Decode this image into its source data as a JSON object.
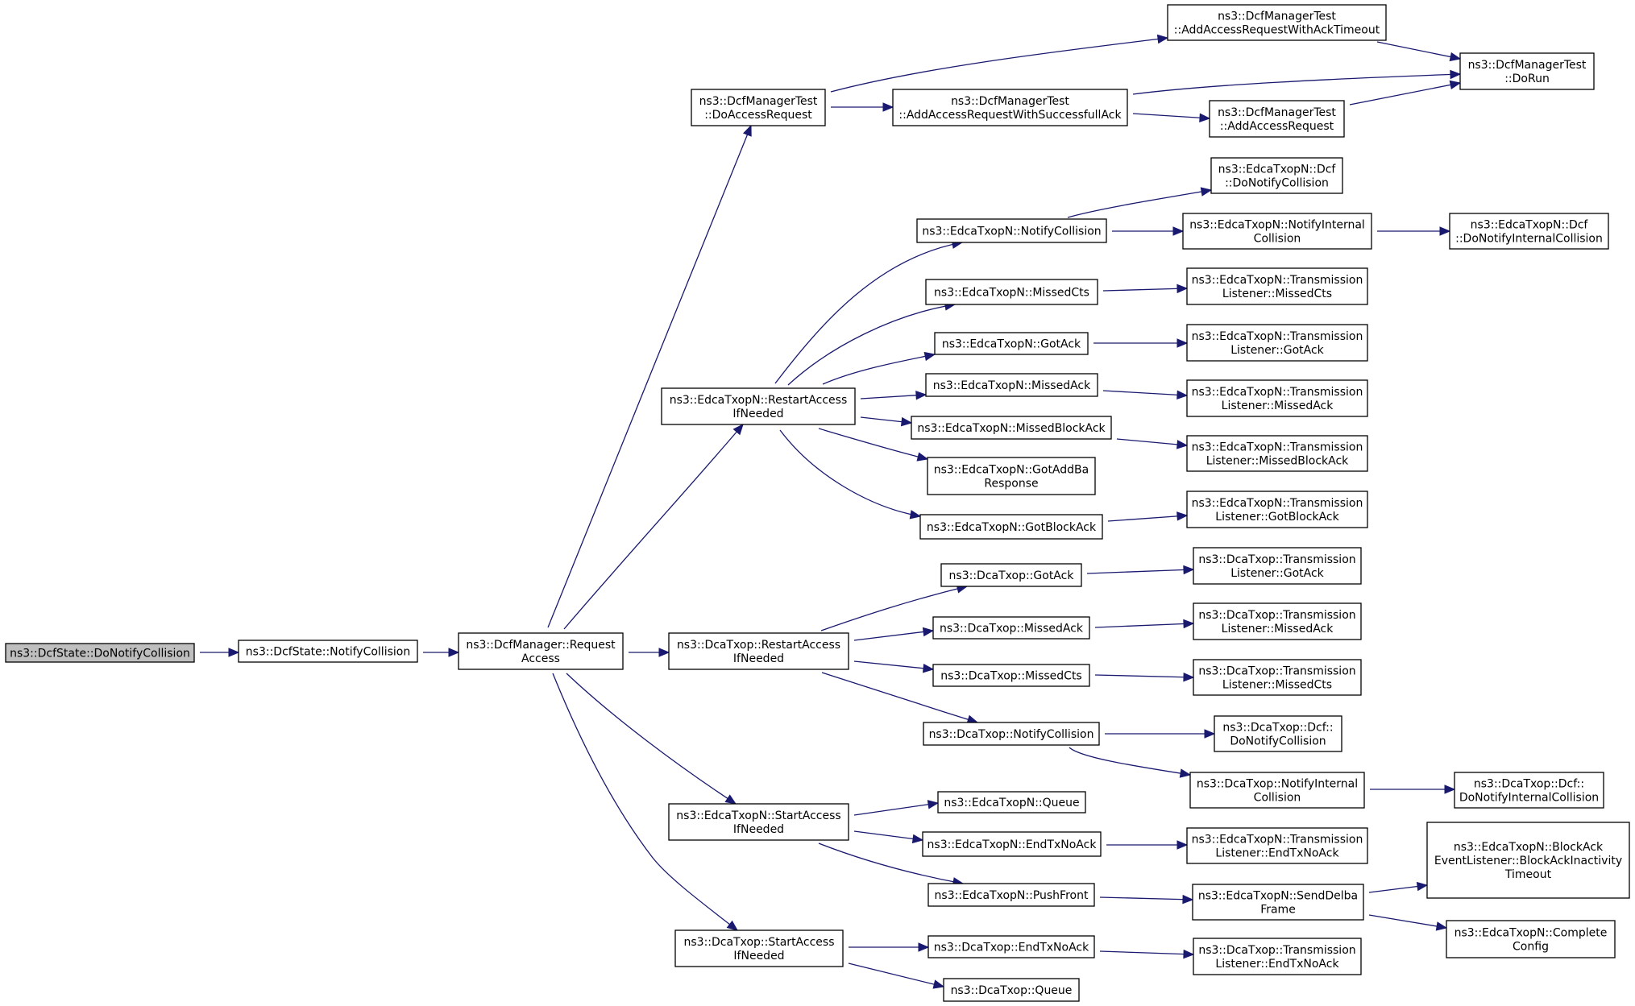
{
  "colors": {
    "edge": "#191970",
    "root_fill": "#bfbfbf",
    "node_fill": "#ffffff",
    "border": "#000000"
  },
  "nodes": [
    {
      "id": "n0",
      "lines": [
        "ns3::DcfState::DoNotifyCollision"
      ]
    },
    {
      "id": "n1",
      "lines": [
        "ns3::DcfState::NotifyCollision"
      ]
    },
    {
      "id": "n2",
      "lines": [
        "ns3::DcfManager::Request",
        "Access"
      ]
    },
    {
      "id": "n3",
      "lines": [
        "ns3::DcfManagerTest",
        "::DoAccessRequest"
      ]
    },
    {
      "id": "n4",
      "lines": [
        "ns3::DcfManagerTest",
        "::AddAccessRequestWithAckTimeout"
      ]
    },
    {
      "id": "n5",
      "lines": [
        "ns3::DcfManagerTest",
        "::AddAccessRequestWithSuccessfullAck"
      ]
    },
    {
      "id": "n6",
      "lines": [
        "ns3::DcfManagerTest",
        "::DoRun"
      ]
    },
    {
      "id": "n7",
      "lines": [
        "ns3::DcfManagerTest",
        "::AddAccessRequest"
      ]
    },
    {
      "id": "n8",
      "lines": [
        "ns3::EdcaTxopN::RestartAccess",
        "IfNeeded"
      ]
    },
    {
      "id": "n9",
      "lines": [
        "ns3::EdcaTxopN::NotifyCollision"
      ]
    },
    {
      "id": "n10",
      "lines": [
        "ns3::EdcaTxopN::Dcf",
        "::DoNotifyCollision"
      ]
    },
    {
      "id": "n11",
      "lines": [
        "ns3::EdcaTxopN::NotifyInternal",
        "Collision"
      ]
    },
    {
      "id": "n12",
      "lines": [
        "ns3::EdcaTxopN::Dcf",
        "::DoNotifyInternalCollision"
      ]
    },
    {
      "id": "n13",
      "lines": [
        "ns3::EdcaTxopN::MissedCts"
      ]
    },
    {
      "id": "n14",
      "lines": [
        "ns3::EdcaTxopN::Transmission",
        "Listener::MissedCts"
      ]
    },
    {
      "id": "n15",
      "lines": [
        "ns3::EdcaTxopN::GotAck"
      ]
    },
    {
      "id": "n16",
      "lines": [
        "ns3::EdcaTxopN::Transmission",
        "Listener::GotAck"
      ]
    },
    {
      "id": "n17",
      "lines": [
        "ns3::EdcaTxopN::MissedAck"
      ]
    },
    {
      "id": "n18",
      "lines": [
        "ns3::EdcaTxopN::Transmission",
        "Listener::MissedAck"
      ]
    },
    {
      "id": "n19",
      "lines": [
        "ns3::EdcaTxopN::MissedBlockAck"
      ]
    },
    {
      "id": "n20",
      "lines": [
        "ns3::EdcaTxopN::Transmission",
        "Listener::MissedBlockAck"
      ]
    },
    {
      "id": "n21",
      "lines": [
        "ns3::EdcaTxopN::GotAddBa",
        "Response"
      ]
    },
    {
      "id": "n22",
      "lines": [
        "ns3::EdcaTxopN::GotBlockAck"
      ]
    },
    {
      "id": "n23",
      "lines": [
        "ns3::EdcaTxopN::Transmission",
        "Listener::GotBlockAck"
      ]
    },
    {
      "id": "n24",
      "lines": [
        "ns3::DcaTxop::RestartAccess",
        "IfNeeded"
      ]
    },
    {
      "id": "n25",
      "lines": [
        "ns3::DcaTxop::GotAck"
      ]
    },
    {
      "id": "n26",
      "lines": [
        "ns3::DcaTxop::Transmission",
        "Listener::GotAck"
      ]
    },
    {
      "id": "n27",
      "lines": [
        "ns3::DcaTxop::MissedAck"
      ]
    },
    {
      "id": "n28",
      "lines": [
        "ns3::DcaTxop::Transmission",
        "Listener::MissedAck"
      ]
    },
    {
      "id": "n29",
      "lines": [
        "ns3::DcaTxop::MissedCts"
      ]
    },
    {
      "id": "n30",
      "lines": [
        "ns3::DcaTxop::Transmission",
        "Listener::MissedCts"
      ]
    },
    {
      "id": "n31",
      "lines": [
        "ns3::DcaTxop::NotifyCollision"
      ]
    },
    {
      "id": "n32",
      "lines": [
        "ns3::DcaTxop::Dcf::",
        "DoNotifyCollision"
      ]
    },
    {
      "id": "n33",
      "lines": [
        "ns3::DcaTxop::NotifyInternal",
        "Collision"
      ]
    },
    {
      "id": "n34",
      "lines": [
        "ns3::DcaTxop::Dcf::",
        "DoNotifyInternalCollision"
      ]
    },
    {
      "id": "n35",
      "lines": [
        "ns3::EdcaTxopN::StartAccess",
        "IfNeeded"
      ]
    },
    {
      "id": "n36",
      "lines": [
        "ns3::EdcaTxopN::Queue"
      ]
    },
    {
      "id": "n37",
      "lines": [
        "ns3::EdcaTxopN::EndTxNoAck"
      ]
    },
    {
      "id": "n38",
      "lines": [
        "ns3::EdcaTxopN::Transmission",
        "Listener::EndTxNoAck"
      ]
    },
    {
      "id": "n39",
      "lines": [
        "ns3::EdcaTxopN::PushFront"
      ]
    },
    {
      "id": "n40",
      "lines": [
        "ns3::EdcaTxopN::SendDelba",
        "Frame"
      ]
    },
    {
      "id": "n41",
      "lines": [
        "ns3::EdcaTxopN::BlockAck",
        "EventListener::BlockAckInactivity",
        "Timeout"
      ]
    },
    {
      "id": "n42",
      "lines": [
        "ns3::EdcaTxopN::Complete",
        "Config"
      ]
    },
    {
      "id": "n43",
      "lines": [
        "ns3::DcaTxop::StartAccess",
        "IfNeeded"
      ]
    },
    {
      "id": "n44",
      "lines": [
        "ns3::DcaTxop::EndTxNoAck"
      ]
    },
    {
      "id": "n45",
      "lines": [
        "ns3::DcaTxop::Transmission",
        "Listener::EndTxNoAck"
      ]
    },
    {
      "id": "n46",
      "lines": [
        "ns3::DcaTxop::Queue"
      ]
    }
  ]
}
